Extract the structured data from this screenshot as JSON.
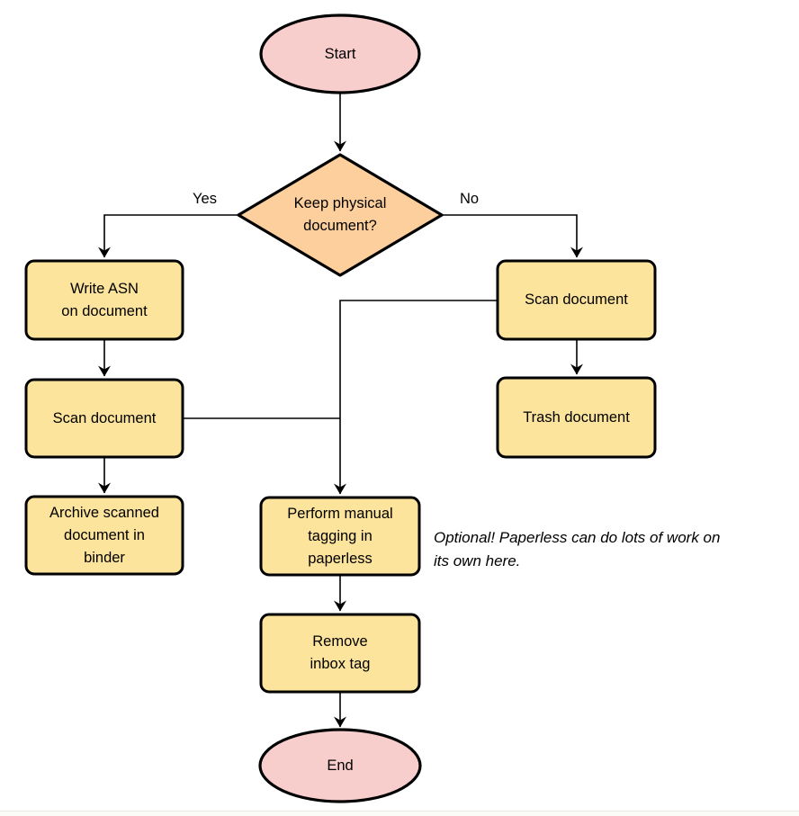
{
  "diagram": {
    "type": "flowchart",
    "nodes": {
      "start": {
        "label": "Start",
        "shape": "terminator"
      },
      "decision": {
        "label": "Keep physical\ndocument?",
        "shape": "decision"
      },
      "write_asn": {
        "label": "Write ASN\non document",
        "shape": "process"
      },
      "scan_left": {
        "label": "Scan document",
        "shape": "process"
      },
      "archive": {
        "label": "Archive scanned\ndocument in\nbinder",
        "shape": "process"
      },
      "scan_right": {
        "label": "Scan document",
        "shape": "process"
      },
      "trash": {
        "label": "Trash document",
        "shape": "process"
      },
      "tagging": {
        "label": "Perform manual\ntagging in\npaperless",
        "shape": "process"
      },
      "remove_inbox": {
        "label": "Remove\ninbox tag",
        "shape": "process"
      },
      "end": {
        "label": "End",
        "shape": "terminator"
      }
    },
    "edges": [
      {
        "from": "start",
        "to": "decision"
      },
      {
        "from": "decision",
        "to": "write_asn",
        "label": "Yes"
      },
      {
        "from": "decision",
        "to": "scan_right",
        "label": "No"
      },
      {
        "from": "write_asn",
        "to": "scan_left"
      },
      {
        "from": "scan_left",
        "to": "archive"
      },
      {
        "from": "scan_left",
        "to": "tagging"
      },
      {
        "from": "scan_right",
        "to": "trash"
      },
      {
        "from": "scan_right",
        "to": "tagging"
      },
      {
        "from": "tagging",
        "to": "remove_inbox"
      },
      {
        "from": "remove_inbox",
        "to": "end"
      }
    ],
    "edge_labels": {
      "yes": "Yes",
      "no": "No"
    },
    "annotation": "Optional! Paperless can do lots of work on\nits own here.",
    "colors": {
      "terminator_fill": "#f8cecc",
      "decision_fill": "#fccf9d",
      "process_fill": "#fce49c",
      "stroke": "#000000",
      "background": "#ffffff"
    }
  }
}
